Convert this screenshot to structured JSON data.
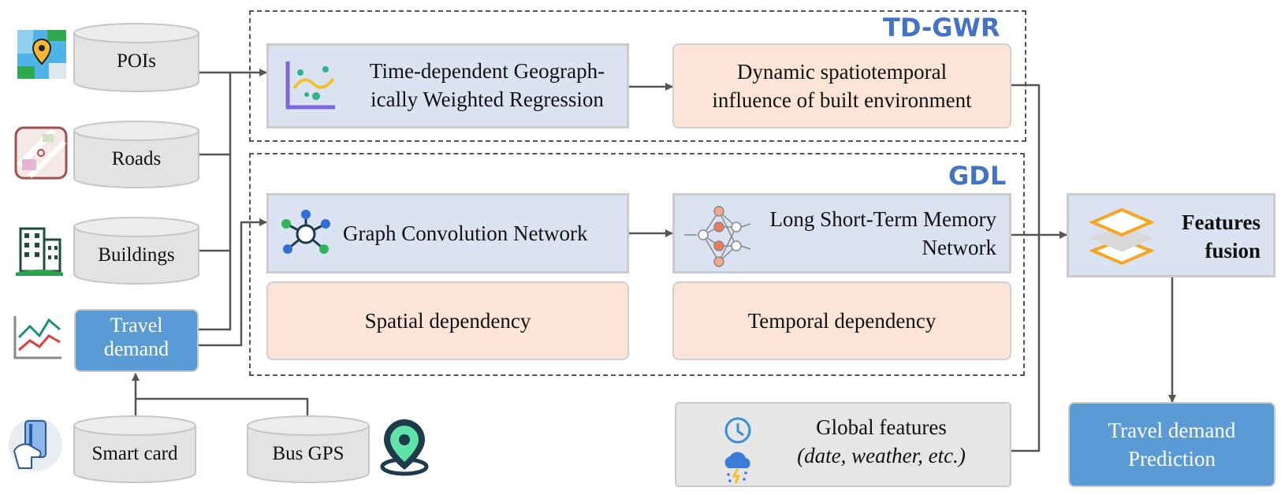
{
  "sources": {
    "pois": "POIs",
    "roads": "Roads",
    "buildings": "Buildings",
    "travel_demand": [
      "Travel",
      "demand"
    ],
    "smart_card": "Smart card",
    "bus_gps": "Bus GPS"
  },
  "groups": {
    "tdgwr": "TD-GWR",
    "gdl": "GDL"
  },
  "boxes": {
    "tdgwr_model": [
      "Time-dependent Geograph-",
      "ically Weighted Regression"
    ],
    "dynamic": [
      "Dynamic spatiotemporal",
      "influence of built environment"
    ],
    "gcn": "Graph Convolution Network",
    "lstm": [
      "Long Short-Term Memory",
      "Network"
    ],
    "spatial": "Spatial dependency",
    "temporal": "Temporal dependency",
    "global": [
      "Global features",
      "(date, weather, etc.)"
    ],
    "fusion": [
      "Features",
      "fusion"
    ],
    "prediction": [
      "Travel demand",
      "Prediction"
    ]
  },
  "colors": {
    "group_title": "#4472c4",
    "blue_box": "#dbe3f2",
    "peach_box": "#fce4d6",
    "gray_box": "#e6e6e6",
    "solid_blue": "#5b9bd5",
    "arrow": "#555555"
  }
}
